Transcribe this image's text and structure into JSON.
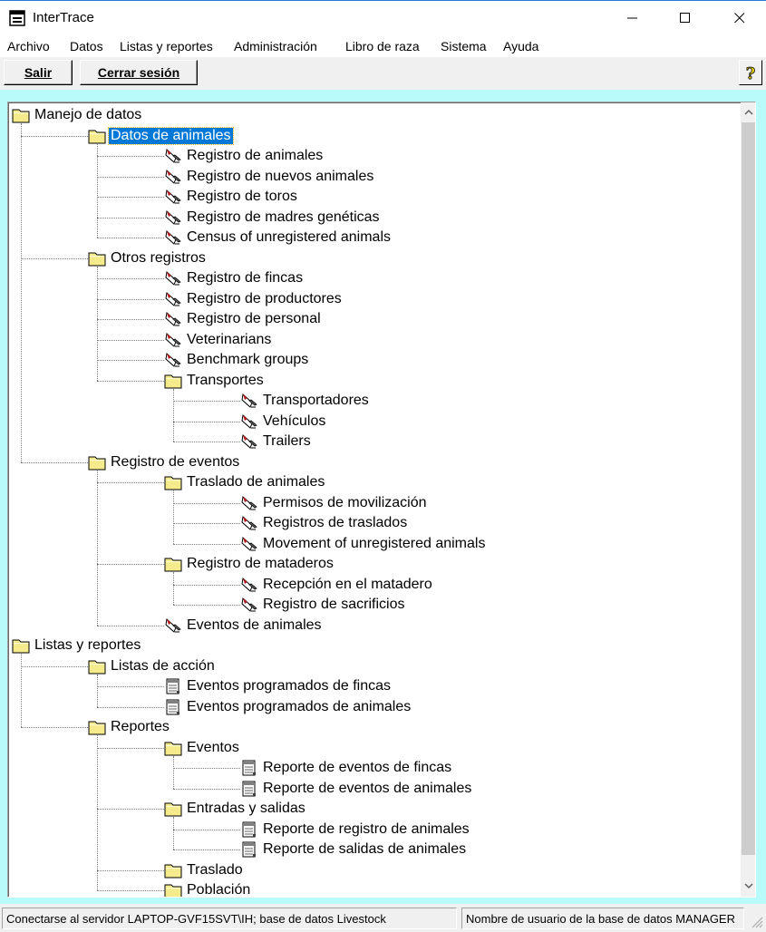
{
  "window": {
    "title": "InterTrace"
  },
  "menu": [
    "Archivo",
    "Datos",
    "Listas y reportes",
    "Administración",
    "Libro de raza",
    "Sistema",
    "Ayuda"
  ],
  "toolbar": {
    "exit_label": "Salir",
    "logout_label": "Cerrar sesión"
  },
  "tree": [
    {
      "label": "Manejo de datos",
      "type": "folder",
      "depth": 0
    },
    {
      "label": "Datos de animales",
      "type": "folder",
      "depth": 1,
      "selected": true
    },
    {
      "label": "Registro de animales",
      "type": "form",
      "depth": 2
    },
    {
      "label": "Registro de nuevos animales",
      "type": "form",
      "depth": 2
    },
    {
      "label": "Registro de toros",
      "type": "form",
      "depth": 2
    },
    {
      "label": "Registro de madres genéticas",
      "type": "form",
      "depth": 2
    },
    {
      "label": "Census of unregistered animals",
      "type": "form",
      "depth": 2
    },
    {
      "label": "Otros registros",
      "type": "folder",
      "depth": 1
    },
    {
      "label": "Registro de fincas",
      "type": "form",
      "depth": 2
    },
    {
      "label": "Registro de productores",
      "type": "form",
      "depth": 2
    },
    {
      "label": "Registro de personal",
      "type": "form",
      "depth": 2
    },
    {
      "label": "Veterinarians",
      "type": "form",
      "depth": 2
    },
    {
      "label": "Benchmark groups",
      "type": "form",
      "depth": 2
    },
    {
      "label": "Transportes",
      "type": "folder",
      "depth": 2
    },
    {
      "label": "Transportadores",
      "type": "form",
      "depth": 3
    },
    {
      "label": "Vehículos",
      "type": "form",
      "depth": 3
    },
    {
      "label": "Trailers",
      "type": "form",
      "depth": 3
    },
    {
      "label": "Registro de eventos",
      "type": "folder",
      "depth": 1
    },
    {
      "label": "Traslado de animales",
      "type": "folder",
      "depth": 2
    },
    {
      "label": "Permisos de movilización",
      "type": "form",
      "depth": 3
    },
    {
      "label": "Registros de traslados",
      "type": "form",
      "depth": 3
    },
    {
      "label": "Movement of unregistered animals",
      "type": "form",
      "depth": 3
    },
    {
      "label": "Registro de mataderos",
      "type": "folder",
      "depth": 2
    },
    {
      "label": "Recepción en el matadero",
      "type": "form",
      "depth": 3
    },
    {
      "label": "Registro de sacrificios",
      "type": "form",
      "depth": 3
    },
    {
      "label": "Eventos de animales",
      "type": "form",
      "depth": 2
    },
    {
      "label": "Listas y reportes",
      "type": "folder",
      "depth": 0
    },
    {
      "label": "Listas de acción",
      "type": "folder",
      "depth": 1
    },
    {
      "label": "Eventos programados de fincas",
      "type": "report",
      "depth": 2
    },
    {
      "label": "Eventos programados de animales",
      "type": "report",
      "depth": 2
    },
    {
      "label": "Reportes",
      "type": "folder",
      "depth": 1
    },
    {
      "label": "Eventos",
      "type": "folder",
      "depth": 2
    },
    {
      "label": "Reporte de eventos de fincas",
      "type": "report",
      "depth": 3
    },
    {
      "label": "Reporte de eventos de animales",
      "type": "report",
      "depth": 3
    },
    {
      "label": "Entradas y salidas",
      "type": "folder",
      "depth": 2
    },
    {
      "label": "Reporte de registro de animales",
      "type": "report",
      "depth": 3
    },
    {
      "label": "Reporte de salidas de animales",
      "type": "report",
      "depth": 3
    },
    {
      "label": "Traslado",
      "type": "folder",
      "depth": 2
    },
    {
      "label": "Población",
      "type": "folder",
      "depth": 2
    }
  ],
  "status": {
    "connection": "Conectarse al servidor LAPTOP-GVF15SVT\\IH; base de datos Livestock",
    "user": "Nombre de usuario de la base de datos MANAGER"
  },
  "colors": {
    "frame": "#b9fbfb",
    "selection": "#0078d7",
    "folder": "#f5eb8c"
  },
  "icons": {
    "app": "app-window-icon",
    "help": "help-question-icon",
    "folder": "folder-icon",
    "form": "form-pen-icon",
    "report": "report-document-icon"
  }
}
